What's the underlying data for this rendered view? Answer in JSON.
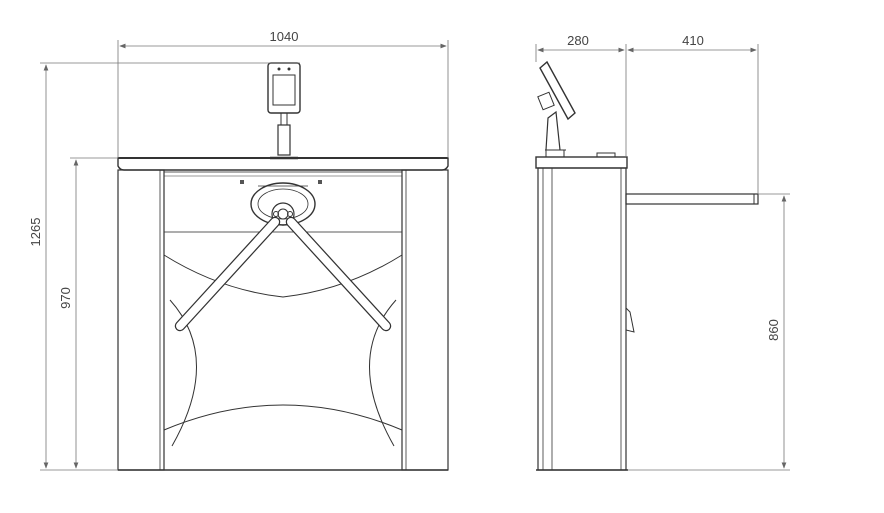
{
  "dimensions": {
    "front_width": "1040",
    "total_height": "1265",
    "body_height": "970",
    "side_depth": "280",
    "arm_reach": "410",
    "arm_height": "860"
  }
}
